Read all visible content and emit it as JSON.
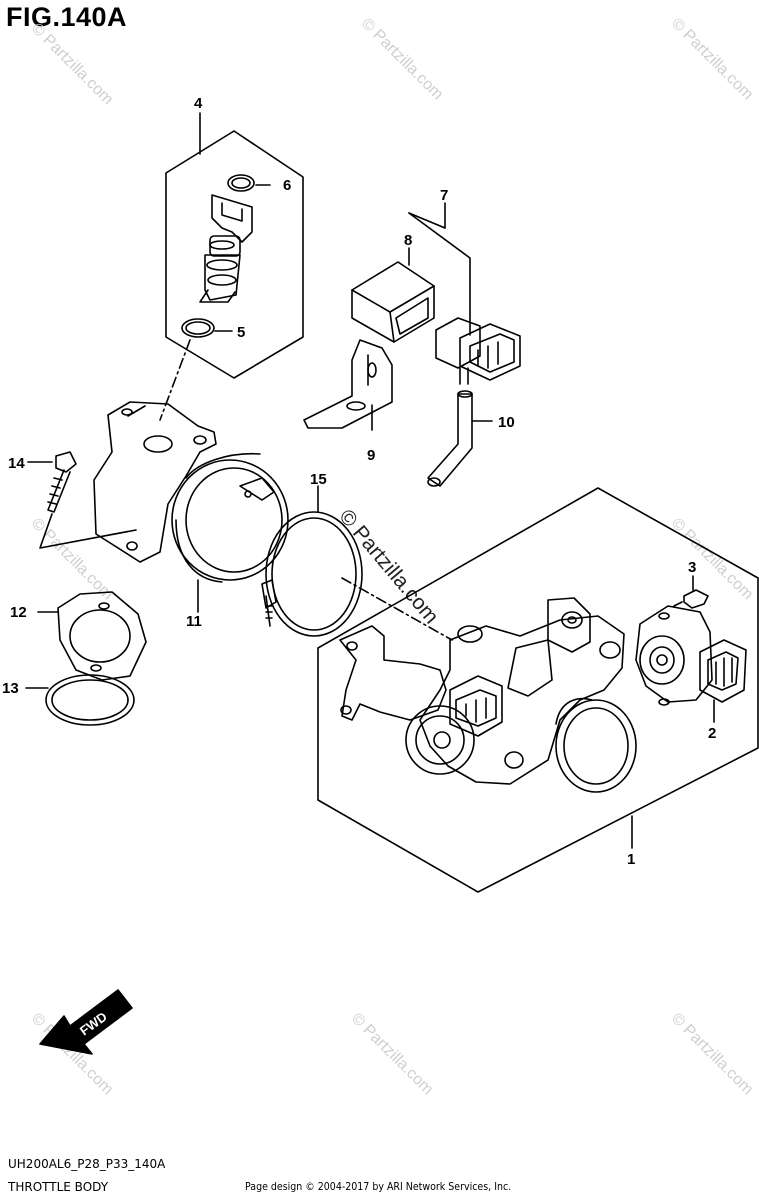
{
  "figure": {
    "title": "FIG.140A"
  },
  "watermark": {
    "text": "© Partzilla.com"
  },
  "callouts": [
    "1",
    "2",
    "3",
    "4",
    "5",
    "6",
    "7",
    "8",
    "9",
    "10",
    "11",
    "12",
    "13",
    "14",
    "15"
  ],
  "arrow_label": "FWD",
  "footer": {
    "diagram_code": "UH200AL6_P28_P33_140A",
    "diagram_name": "THROTTLE BODY",
    "credit": "Page design © 2004-2017 by ARI Network Services, Inc."
  }
}
